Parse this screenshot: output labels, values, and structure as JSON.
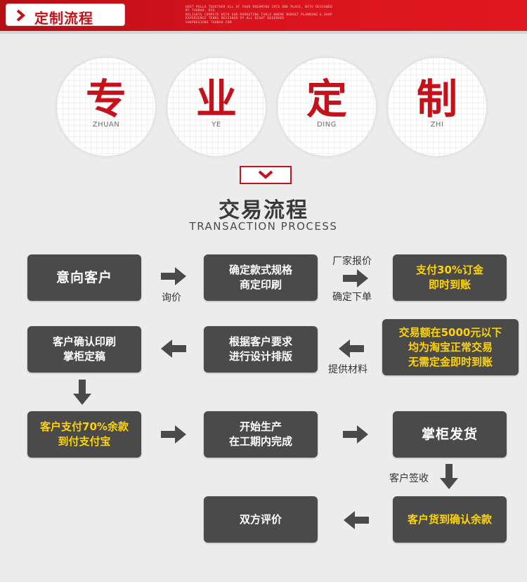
{
  "header": {
    "title": "定制流程",
    "fine_print": [
      "HOST PULLS TOGETHER ALL OF YOUR DREAMING INTO ONE PLACE, WITH DESIGNED BY TAOBAO. BIG",
      "DELIGHTS COMPETE WITH OUR MARKETING TABLE WHERE BUDGET PLANNING & SHOP",
      "EXPERIENCE TENDS DESIGNED BY ALL RIGHT RESERVED",
      "SHOPDESIGNS TAOBAO.COM"
    ]
  },
  "circles": [
    {
      "char": "专",
      "pinyin": "ZHUAN"
    },
    {
      "char": "业",
      "pinyin": "YE"
    },
    {
      "char": "定",
      "pinyin": "DING"
    },
    {
      "char": "制",
      "pinyin": "ZHI"
    }
  ],
  "section": {
    "title": "交易流程",
    "subtitle": "TRANSACTION PROCESS"
  },
  "flow": {
    "b1": "意向客户",
    "b2_line1": "确定款式规格",
    "b2_line2": "商定印刷",
    "b3_line1": "支付30%订金",
    "b3_line2": "即时到账",
    "b4_line1": "客户确认印刷",
    "b4_line2": "掌柜定稿",
    "b5_line1": "根据客户要求",
    "b5_line2": "进行设计排版",
    "b6_line1": "交易额在5000元以下",
    "b6_line2": "均为淘宝正常交易",
    "b6_line3": "无需定金即时到账",
    "b7_line1": "客户支付70%余款",
    "b7_line2": "到付支付宝",
    "b8_line1": "开始生产",
    "b8_line2": "在工期内完成",
    "b9": "掌柜发货",
    "b10": "双方评价",
    "b11": "客户货到确认余款"
  },
  "labels": {
    "inquiry": "询价",
    "factory_quote": "厂家报价",
    "confirm_order": "确定下单",
    "provide_materials": "提供材料",
    "customer_sign": "客户签收"
  },
  "colors": {
    "brand_red": "#c4121a",
    "box_gray": "#4a4a4a",
    "highlight_yellow": "#ffd400",
    "arrow_gray": "#4a4a4a"
  }
}
